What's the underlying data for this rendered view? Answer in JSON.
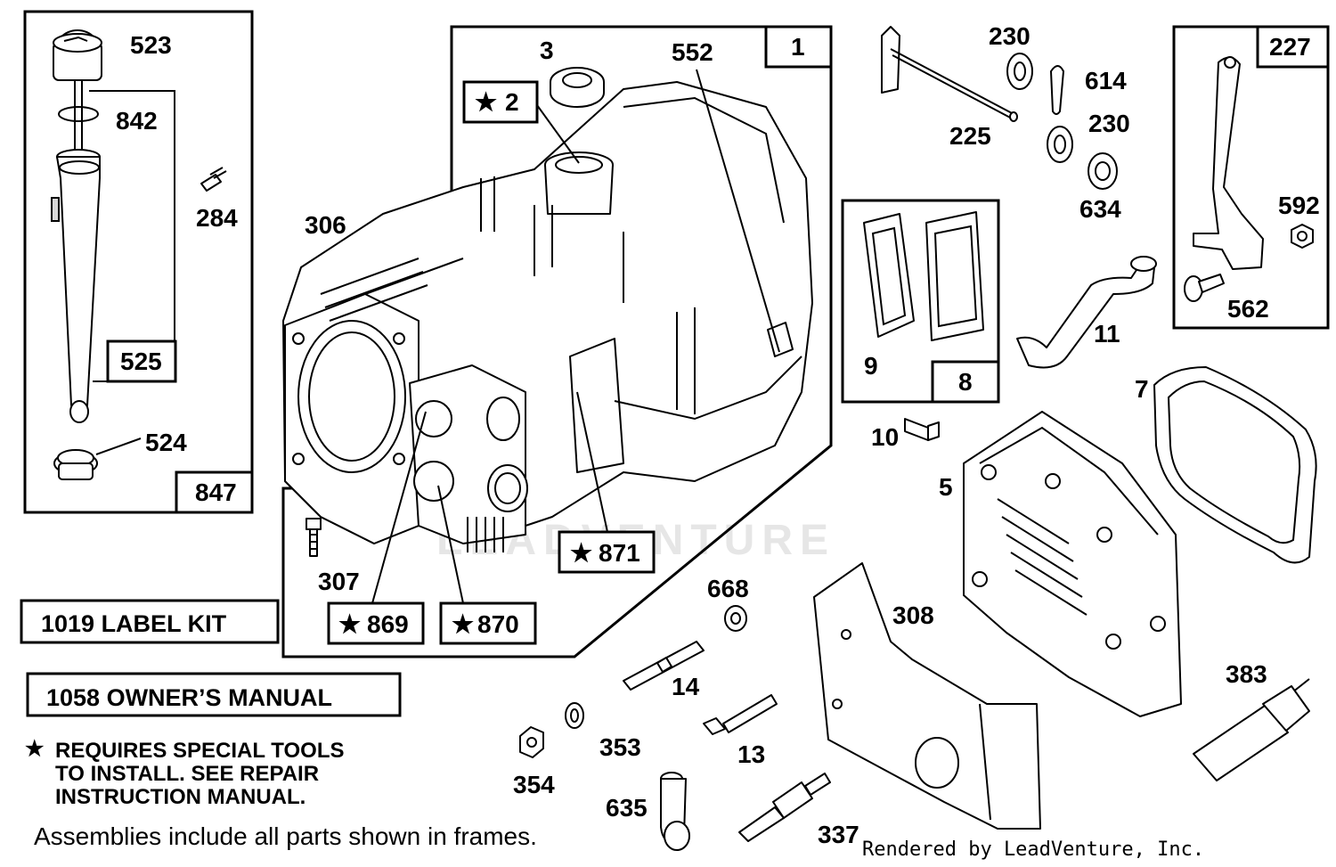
{
  "watermark": "LEADVENTURE",
  "callouts": {
    "c523": "523",
    "c842": "842",
    "c284": "284",
    "c525": "525",
    "c524": "524",
    "c847": "847",
    "c3": "3",
    "c552": "552",
    "c1": "1",
    "c2": "2",
    "c306": "306",
    "c871": "871",
    "c307": "307",
    "c869": "869",
    "c870": "870",
    "c230a": "230",
    "c614": "614",
    "c225": "225",
    "c230b": "230",
    "c634": "634",
    "c227": "227",
    "c592": "592",
    "c562": "562",
    "c9": "9",
    "c8": "8",
    "c11": "11",
    "c7": "7",
    "c10": "10",
    "c5": "5",
    "c668": "668",
    "c308": "308",
    "c14": "14",
    "c13": "13",
    "c353": "353",
    "c354": "354",
    "c635": "635",
    "c337": "337",
    "c383": "383"
  },
  "star_glyph": "★",
  "kits": {
    "label_kit": "1019 LABEL KIT",
    "owners_manual": "1058 OWNER’S MANUAL"
  },
  "notes": {
    "special_tools_line1": "REQUIRES SPECIAL TOOLS",
    "special_tools_line2": "TO INSTALL.  SEE REPAIR",
    "special_tools_line3": "INSTRUCTION MANUAL.",
    "assemblies": "Assemblies include all parts shown in frames.",
    "rendered_by": "Rendered by LeadVenture, Inc."
  }
}
